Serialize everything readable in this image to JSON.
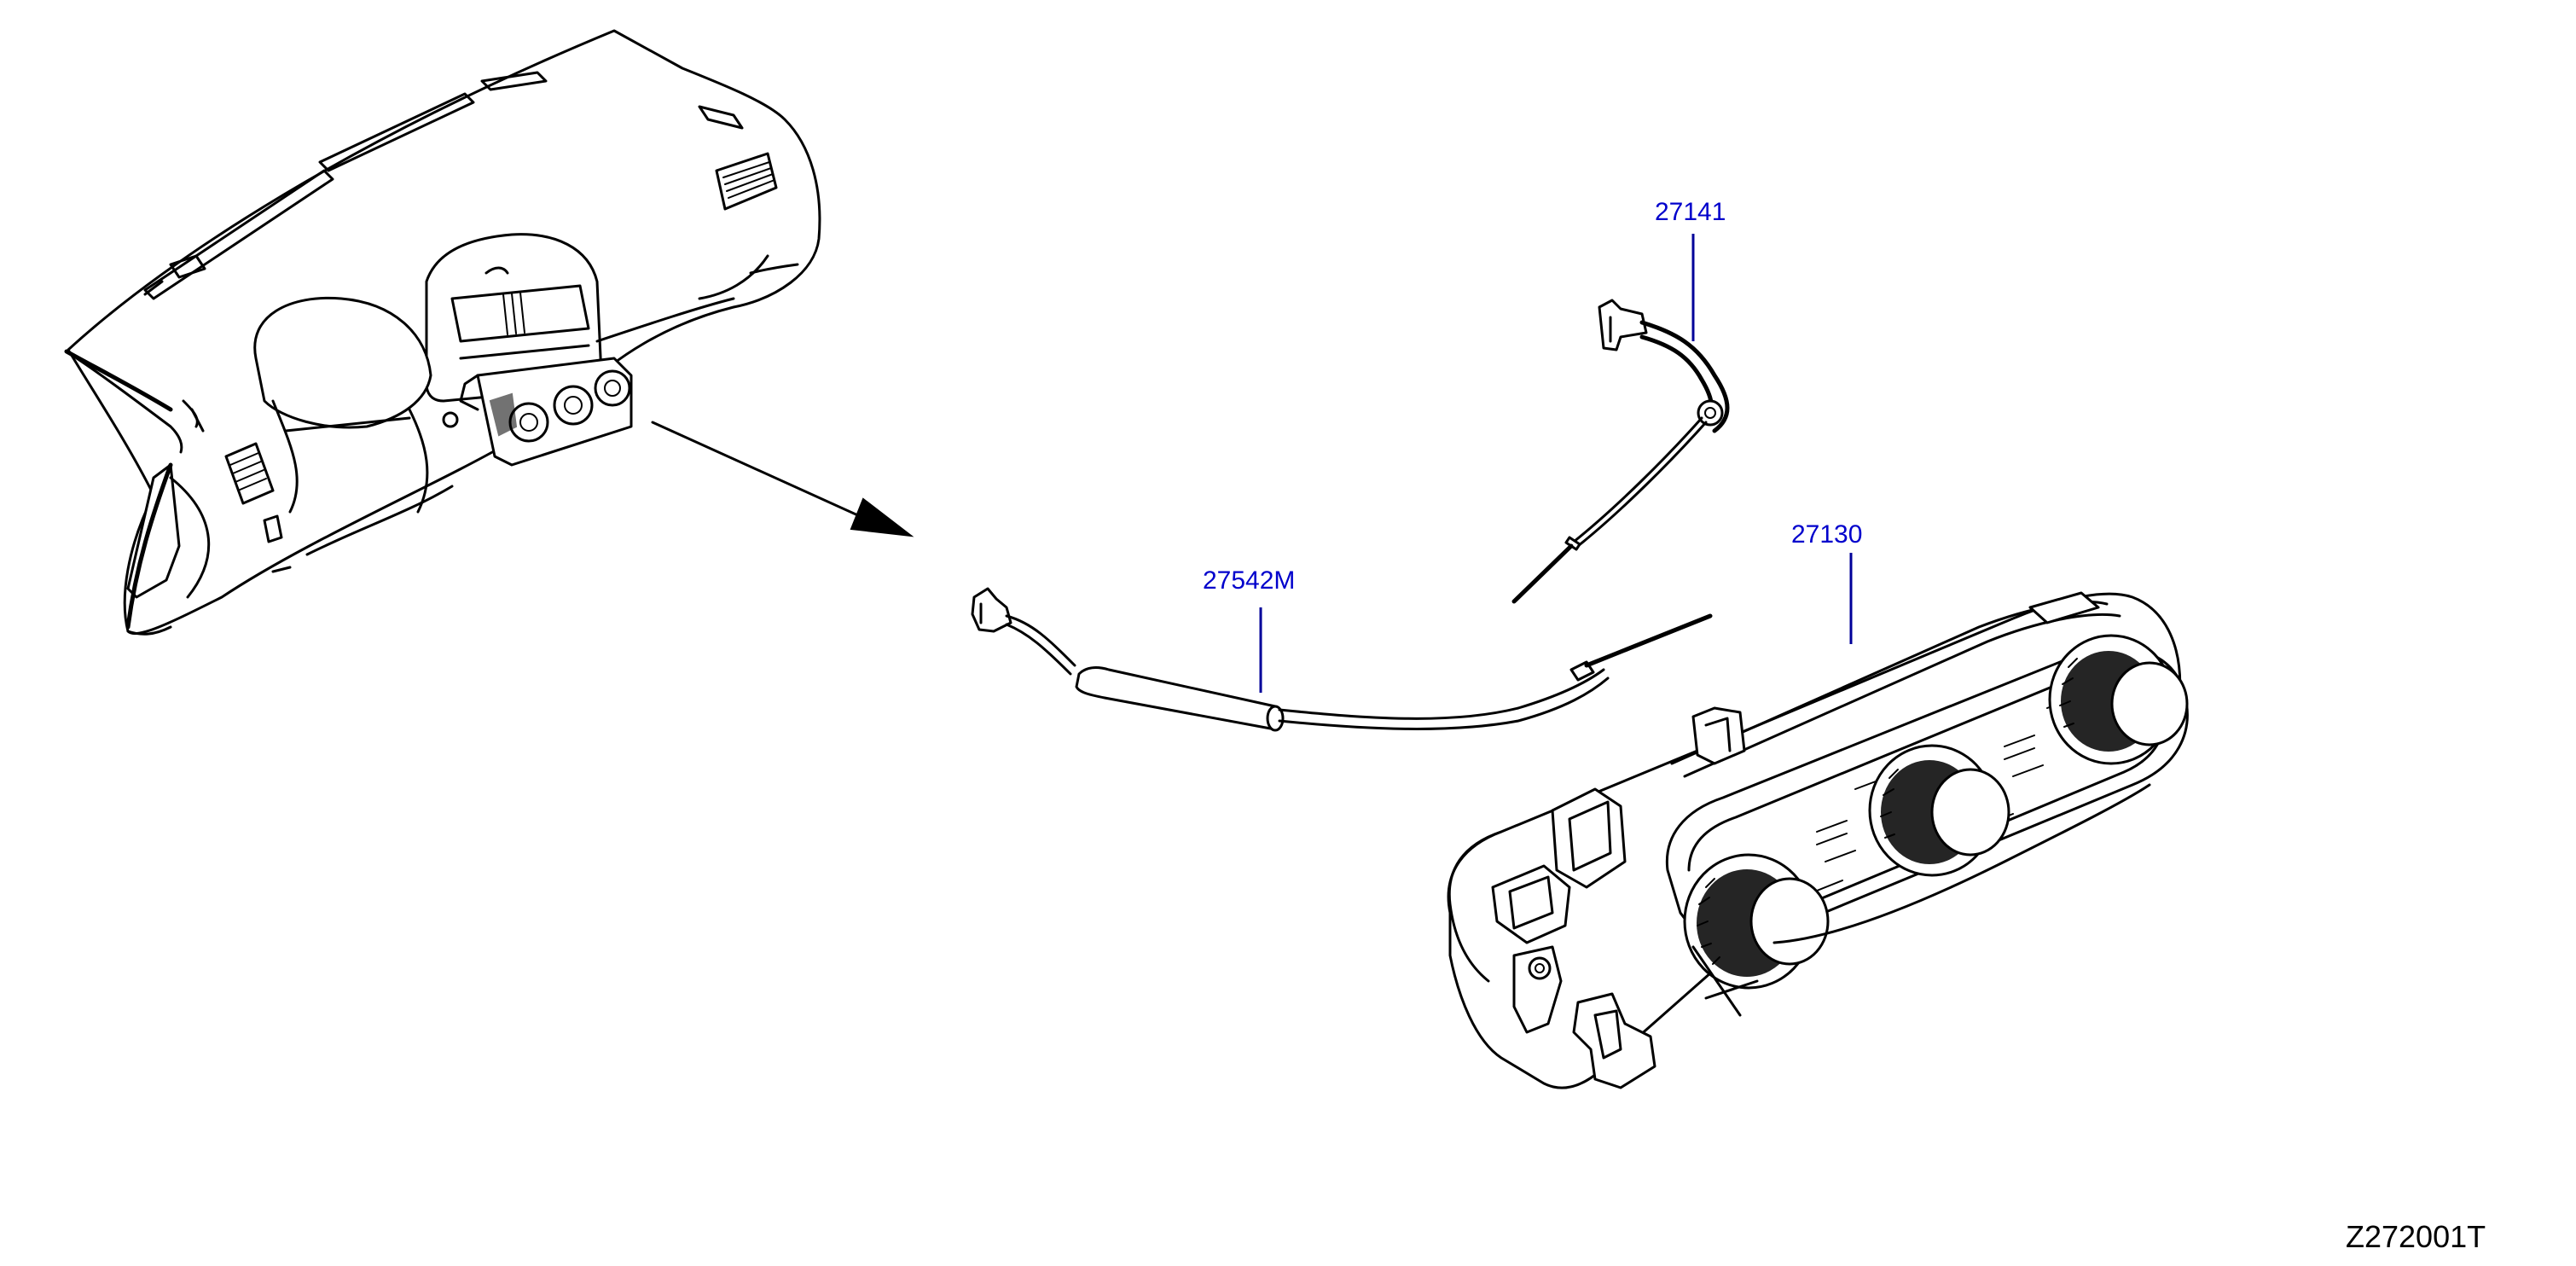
{
  "diagram": {
    "drawing_code": "Z272001T",
    "callouts": [
      {
        "id": "cable-upper",
        "part_number": "27141"
      },
      {
        "id": "control-unit",
        "part_number": "27130"
      },
      {
        "id": "cable-lower",
        "part_number": "27542M"
      }
    ]
  },
  "colors": {
    "callout_text": "#0000cc",
    "leader_line": "#000099",
    "line_art": "#000000",
    "background": "#ffffff"
  }
}
